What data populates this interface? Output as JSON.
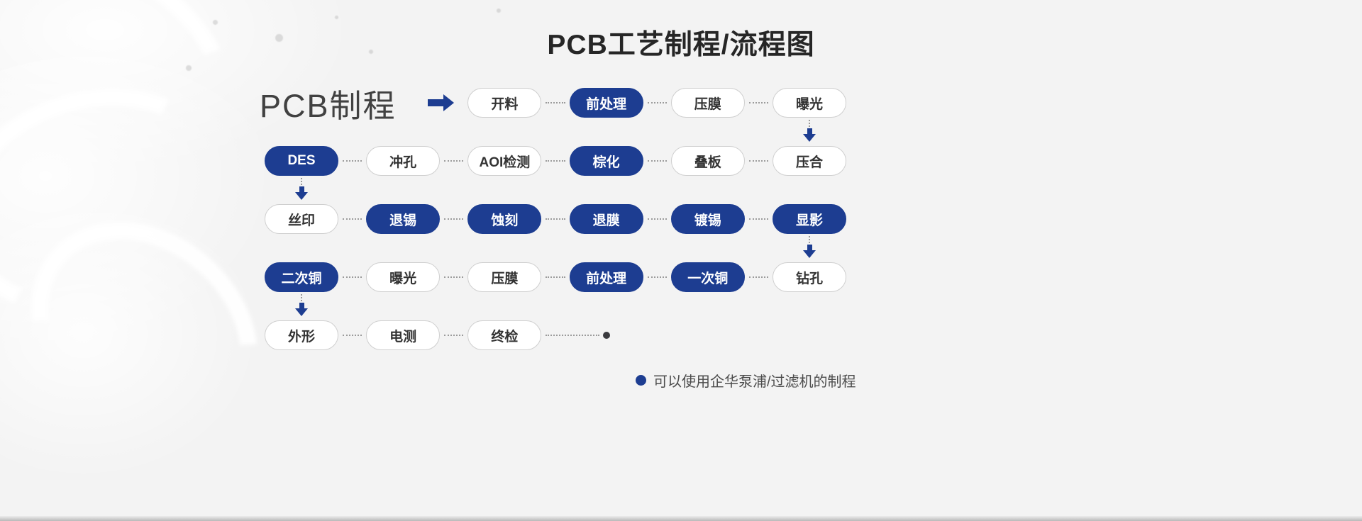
{
  "title": "PCB工艺制程/流程图",
  "flow": {
    "heading": "PCB制程",
    "rows": [
      {
        "nodes": [
          {
            "col": 2,
            "label": "开料",
            "highlight": false
          },
          {
            "col": 3,
            "label": "前处理",
            "highlight": true
          },
          {
            "col": 4,
            "label": "压膜",
            "highlight": false
          },
          {
            "col": 5,
            "label": "曝光",
            "highlight": false
          }
        ]
      },
      {
        "nodes": [
          {
            "col": 0,
            "label": "DES",
            "highlight": true
          },
          {
            "col": 1,
            "label": "冲孔",
            "highlight": false
          },
          {
            "col": 2,
            "label": "AOI检测",
            "highlight": false
          },
          {
            "col": 3,
            "label": "棕化",
            "highlight": true
          },
          {
            "col": 4,
            "label": "叠板",
            "highlight": false
          },
          {
            "col": 5,
            "label": "压合",
            "highlight": false
          }
        ]
      },
      {
        "nodes": [
          {
            "col": 0,
            "label": "丝印",
            "highlight": false
          },
          {
            "col": 1,
            "label": "退锡",
            "highlight": true
          },
          {
            "col": 2,
            "label": "蚀刻",
            "highlight": true
          },
          {
            "col": 3,
            "label": "退膜",
            "highlight": true
          },
          {
            "col": 4,
            "label": "镀锡",
            "highlight": true
          },
          {
            "col": 5,
            "label": "显影",
            "highlight": true
          }
        ]
      },
      {
        "nodes": [
          {
            "col": 0,
            "label": "二次铜",
            "highlight": true
          },
          {
            "col": 1,
            "label": "曝光",
            "highlight": false
          },
          {
            "col": 2,
            "label": "压膜",
            "highlight": false
          },
          {
            "col": 3,
            "label": "前处理",
            "highlight": true
          },
          {
            "col": 4,
            "label": "一次铜",
            "highlight": true
          },
          {
            "col": 5,
            "label": "钻孔",
            "highlight": false
          }
        ]
      },
      {
        "nodes": [
          {
            "col": 0,
            "label": "外形",
            "highlight": false
          },
          {
            "col": 1,
            "label": "电测",
            "highlight": false
          },
          {
            "col": 2,
            "label": "终检",
            "highlight": false
          }
        ]
      }
    ],
    "down_arrows": [
      {
        "row": 0,
        "col": 5
      },
      {
        "row": 1,
        "col": 0
      },
      {
        "row": 2,
        "col": 5
      },
      {
        "row": 3,
        "col": 0
      }
    ],
    "terminal": {
      "row": 4,
      "from_col": 2,
      "dot_col": 3
    }
  },
  "legend": {
    "text": "可以使用企华泵浦/过滤机的制程"
  },
  "icons": {
    "right_arrow": "➡",
    "down_arrow": "⬇",
    "legend_marker": "●",
    "terminal_marker": "●"
  },
  "colors": {
    "accent_blue": "#1d3d91",
    "connector_gray": "#9b9b9b",
    "terminal_dot": "#3a3a3e",
    "background": "#f3f3f3"
  }
}
